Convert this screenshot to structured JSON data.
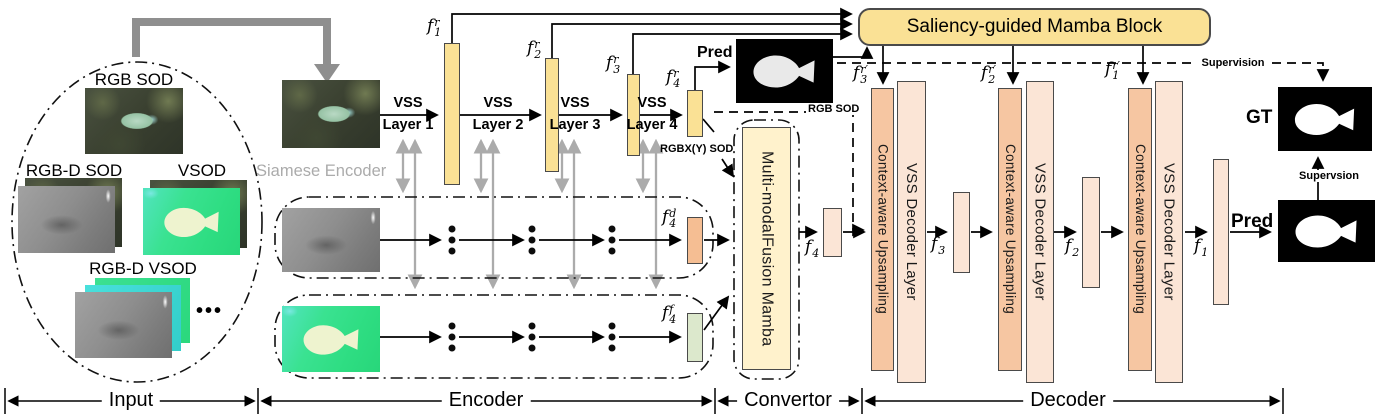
{
  "colors": {
    "gold": "#FAE195",
    "fusion": "#FFF2CC",
    "orange": "#F5BE93",
    "ctx": "#F6C6A2",
    "peach": "#FBE5D6",
    "green": "#DCE8CC",
    "grayarrow": "#ABABAB",
    "border": "#4a4a4a"
  },
  "input_panel": {
    "bracket": "Input",
    "rgb_sod": "RGB SOD",
    "rgbd_sod": "RGB-D SOD",
    "vsod": "VSOD",
    "rgbd_vsod": "RGB-D VSOD",
    "more_dots": "•••"
  },
  "encoder_panel": {
    "bracket": "Encoder",
    "siamese": "Siamese Encoder",
    "vss_layers": [
      {
        "top": "VSS",
        "bottom": "Layer 1"
      },
      {
        "top": "VSS",
        "bottom": "Layer 2"
      },
      {
        "top": "VSS",
        "bottom": "Layer 3"
      },
      {
        "top": "VSS",
        "bottom": "Layer 4"
      }
    ]
  },
  "convertor_panel": {
    "bracket": "Convertor",
    "fusion_line1": "Multi-modal",
    "fusion_line2": "Fusion Mamba"
  },
  "decoder_panel": {
    "bracket": "Decoder",
    "stages": [
      {
        "upsample": "Context-aware Upsampling",
        "decoder": "VSS Decoder Layer"
      },
      {
        "upsample": "Context-aware Upsampling",
        "decoder": "VSS Decoder Layer"
      },
      {
        "upsample": "Context-aware Upsampling",
        "decoder": "VSS Decoder Layer"
      }
    ]
  },
  "saliency_block": {
    "label": "Saliency-guided Mamba Block"
  },
  "outputs": {
    "pred_top": "Pred",
    "rgb_sod_tag": "RGB SOD",
    "rgbxy_tag": "RGBX(Y) SOD",
    "supervision_top": "Supervision",
    "gt": "GT",
    "supervision_right": "Supervsion",
    "pred_bottom": "Pred"
  },
  "features": {
    "f1r": {
      "base": "f",
      "sub": "1",
      "sup": "r"
    },
    "f2r": {
      "base": "f",
      "sub": "2",
      "sup": "r"
    },
    "f3r": {
      "base": "f",
      "sub": "3",
      "sup": "r"
    },
    "f4r": {
      "base": "f",
      "sub": "4",
      "sup": "r"
    },
    "f4d": {
      "base": "f",
      "sub": "4",
      "sup": "d"
    },
    "f4f": {
      "base": "f",
      "sub": "4",
      "sup": "f"
    },
    "f4": {
      "base": "f",
      "sub": "4",
      "sup": ""
    },
    "f3rp": {
      "base": "f",
      "sub": "3",
      "sup": "r′"
    },
    "f2rp": {
      "base": "f",
      "sub": "2",
      "sup": "r′"
    },
    "f1rp": {
      "base": "f",
      "sub": "1",
      "sup": "r′"
    },
    "f3": {
      "base": "f",
      "sub": "3",
      "sup": ""
    },
    "f2": {
      "base": "f",
      "sub": "2",
      "sup": ""
    },
    "f1": {
      "base": "f",
      "sub": "1",
      "sup": ""
    }
  }
}
